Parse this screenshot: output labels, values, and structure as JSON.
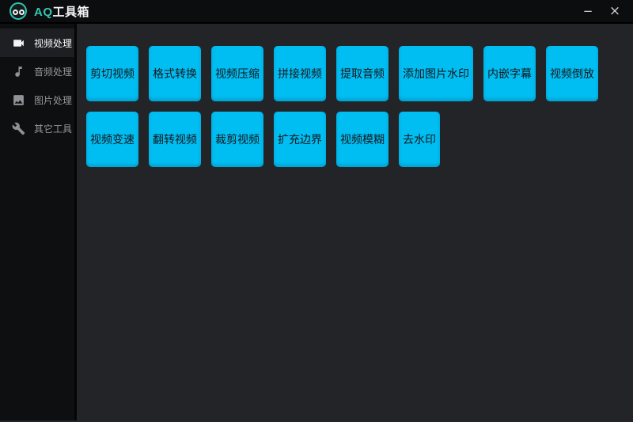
{
  "window": {
    "title_accent": "AQ",
    "title_rest": "工具箱",
    "controls": {
      "minimize_glyph": "−",
      "close_glyph": "×"
    }
  },
  "sidebar": {
    "items": [
      {
        "label": "视频处理",
        "icon": "video-camera-icon",
        "selected": true
      },
      {
        "label": "音频处理",
        "icon": "music-note-icon",
        "selected": false
      },
      {
        "label": "图片处理",
        "icon": "image-icon",
        "selected": false
      },
      {
        "label": "其它工具",
        "icon": "wrench-icon",
        "selected": false
      }
    ]
  },
  "main": {
    "tools": [
      "剪切视频",
      "格式转换",
      "视频压缩",
      "拼接视频",
      "提取音频",
      "添加图片水印",
      "内嵌字幕",
      "视频倒放",
      "视频变速",
      "翻转视频",
      "裁剪视频",
      "扩充边界",
      "视频模糊",
      "去水印"
    ]
  },
  "colors": {
    "accent_teal": "#35c7b2",
    "button_cyan": "#00bdf2",
    "sidebar_bg": "#0e0f11",
    "content_bg": "#232428",
    "titlebar_bg": "#0c0d0f"
  }
}
